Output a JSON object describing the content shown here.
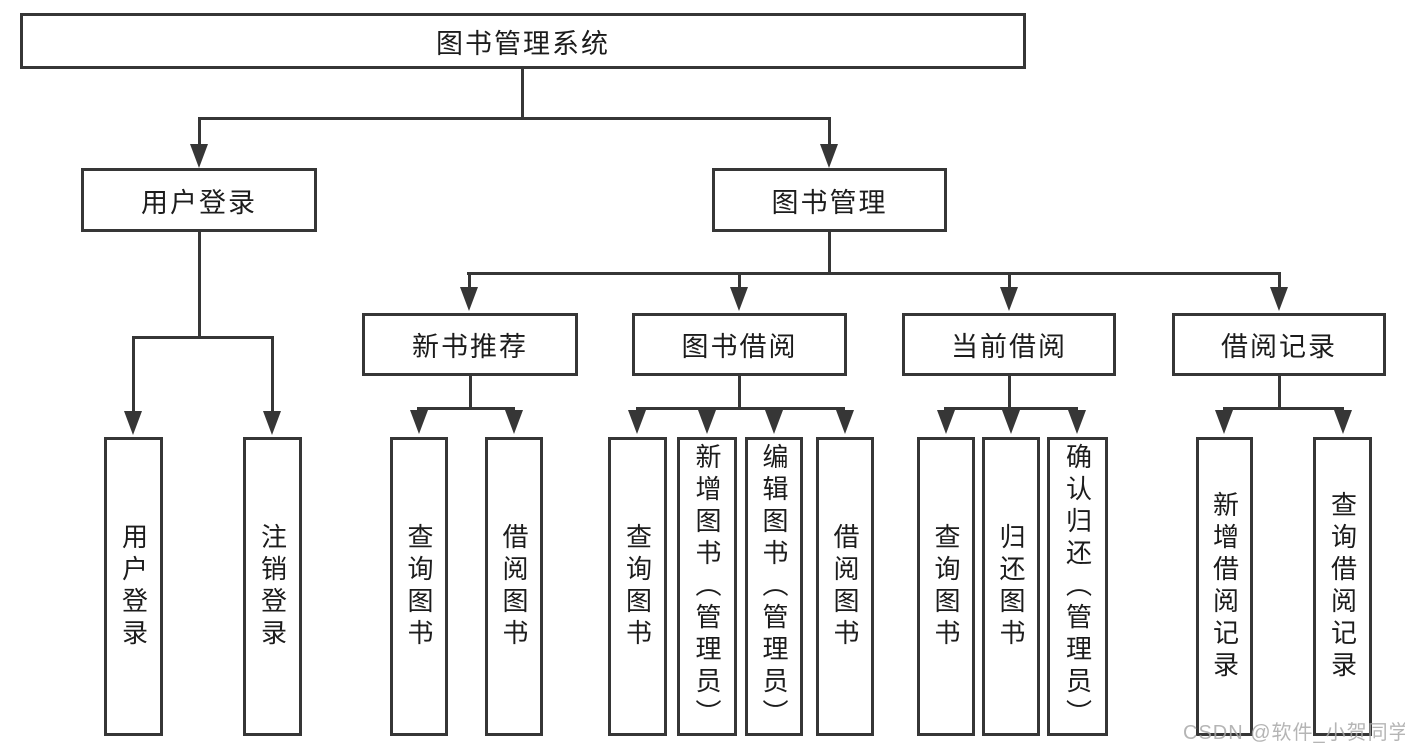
{
  "colors": {
    "line": "#363636",
    "text": "#1c1c1c",
    "background": "#ffffff",
    "watermark": "#a9a9a9"
  },
  "tree": {
    "root": {
      "label": "图书管理系统"
    },
    "branches": [
      {
        "label": "用户登录",
        "children": [
          {
            "label": "用户登录"
          },
          {
            "label": "注销登录"
          }
        ]
      },
      {
        "label": "图书管理",
        "groups": [
          {
            "label": "新书推荐",
            "children": [
              {
                "label": "查询图书"
              },
              {
                "label": "借阅图书"
              }
            ]
          },
          {
            "label": "图书借阅",
            "children": [
              {
                "label": "查询图书"
              },
              {
                "label": "新增图书（管理员）"
              },
              {
                "label": "编辑图书（管理员）"
              },
              {
                "label": "借阅图书"
              }
            ]
          },
          {
            "label": "当前借阅",
            "children": [
              {
                "label": "查询图书"
              },
              {
                "label": "归还图书"
              },
              {
                "label": "确认归还（管理员）"
              }
            ]
          },
          {
            "label": "借阅记录",
            "children": [
              {
                "label": "新增借阅记录"
              },
              {
                "label": "查询借阅记录"
              }
            ]
          }
        ]
      }
    ]
  },
  "watermark": {
    "text": "CSDN @软件_小贺同学"
  }
}
